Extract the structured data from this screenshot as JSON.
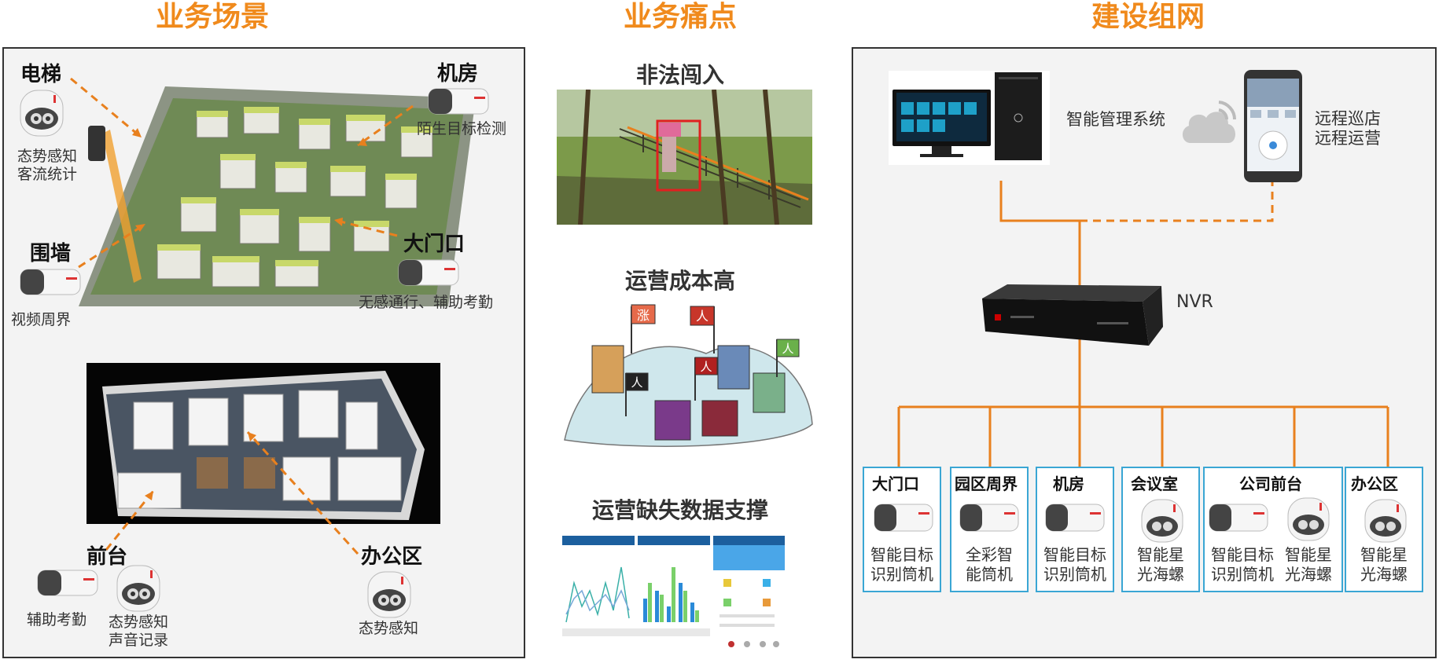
{
  "headers": {
    "scenario": "业务场景",
    "pain": "业务痛点",
    "network": "建设组网"
  },
  "scenario": {
    "elevator": {
      "title": "电梯",
      "desc1": "态势感知",
      "desc2": "客流统计"
    },
    "machine_room": {
      "title": "机房",
      "desc": "陌生目标检测"
    },
    "wall": {
      "title": "围墙",
      "desc": "视频周界"
    },
    "gate": {
      "title": "大门口",
      "desc": "无感通行、辅助考勤"
    },
    "front_desk": {
      "title": "前台",
      "cam1_desc": "辅助考勤",
      "cam2_desc1": "态势感知",
      "cam2_desc2": "声音记录"
    },
    "office": {
      "title": "办公区",
      "desc": "态势感知"
    }
  },
  "pains": {
    "intrusion": "非法闯入",
    "cost": "运营成本高",
    "cost_flags": [
      "涨",
      "人",
      "人",
      "人",
      "人"
    ],
    "data": "运营缺失数据支撑"
  },
  "network": {
    "mgmt_system": "智能管理系统",
    "remote1": "远程巡店",
    "remote2": "远程运营",
    "nvr": "NVR",
    "line_color": "#e8801e",
    "box_border_color": "#3aa6d4",
    "boxes": [
      {
        "title": "大门口",
        "desc": "智能目标\n识别筒机"
      },
      {
        "title": "园区周界",
        "desc": "全彩智\n能筒机"
      },
      {
        "title": "机房",
        "desc": "智能目标\n识别筒机"
      },
      {
        "title": "会议室",
        "desc": "智能星\n光海螺"
      },
      {
        "title": "公司前台",
        "desc_a": "智能目标\n识别筒机",
        "desc_b": "智能星\n光海螺"
      },
      {
        "title": "办公区",
        "desc": "智能星\n光海螺"
      }
    ]
  }
}
